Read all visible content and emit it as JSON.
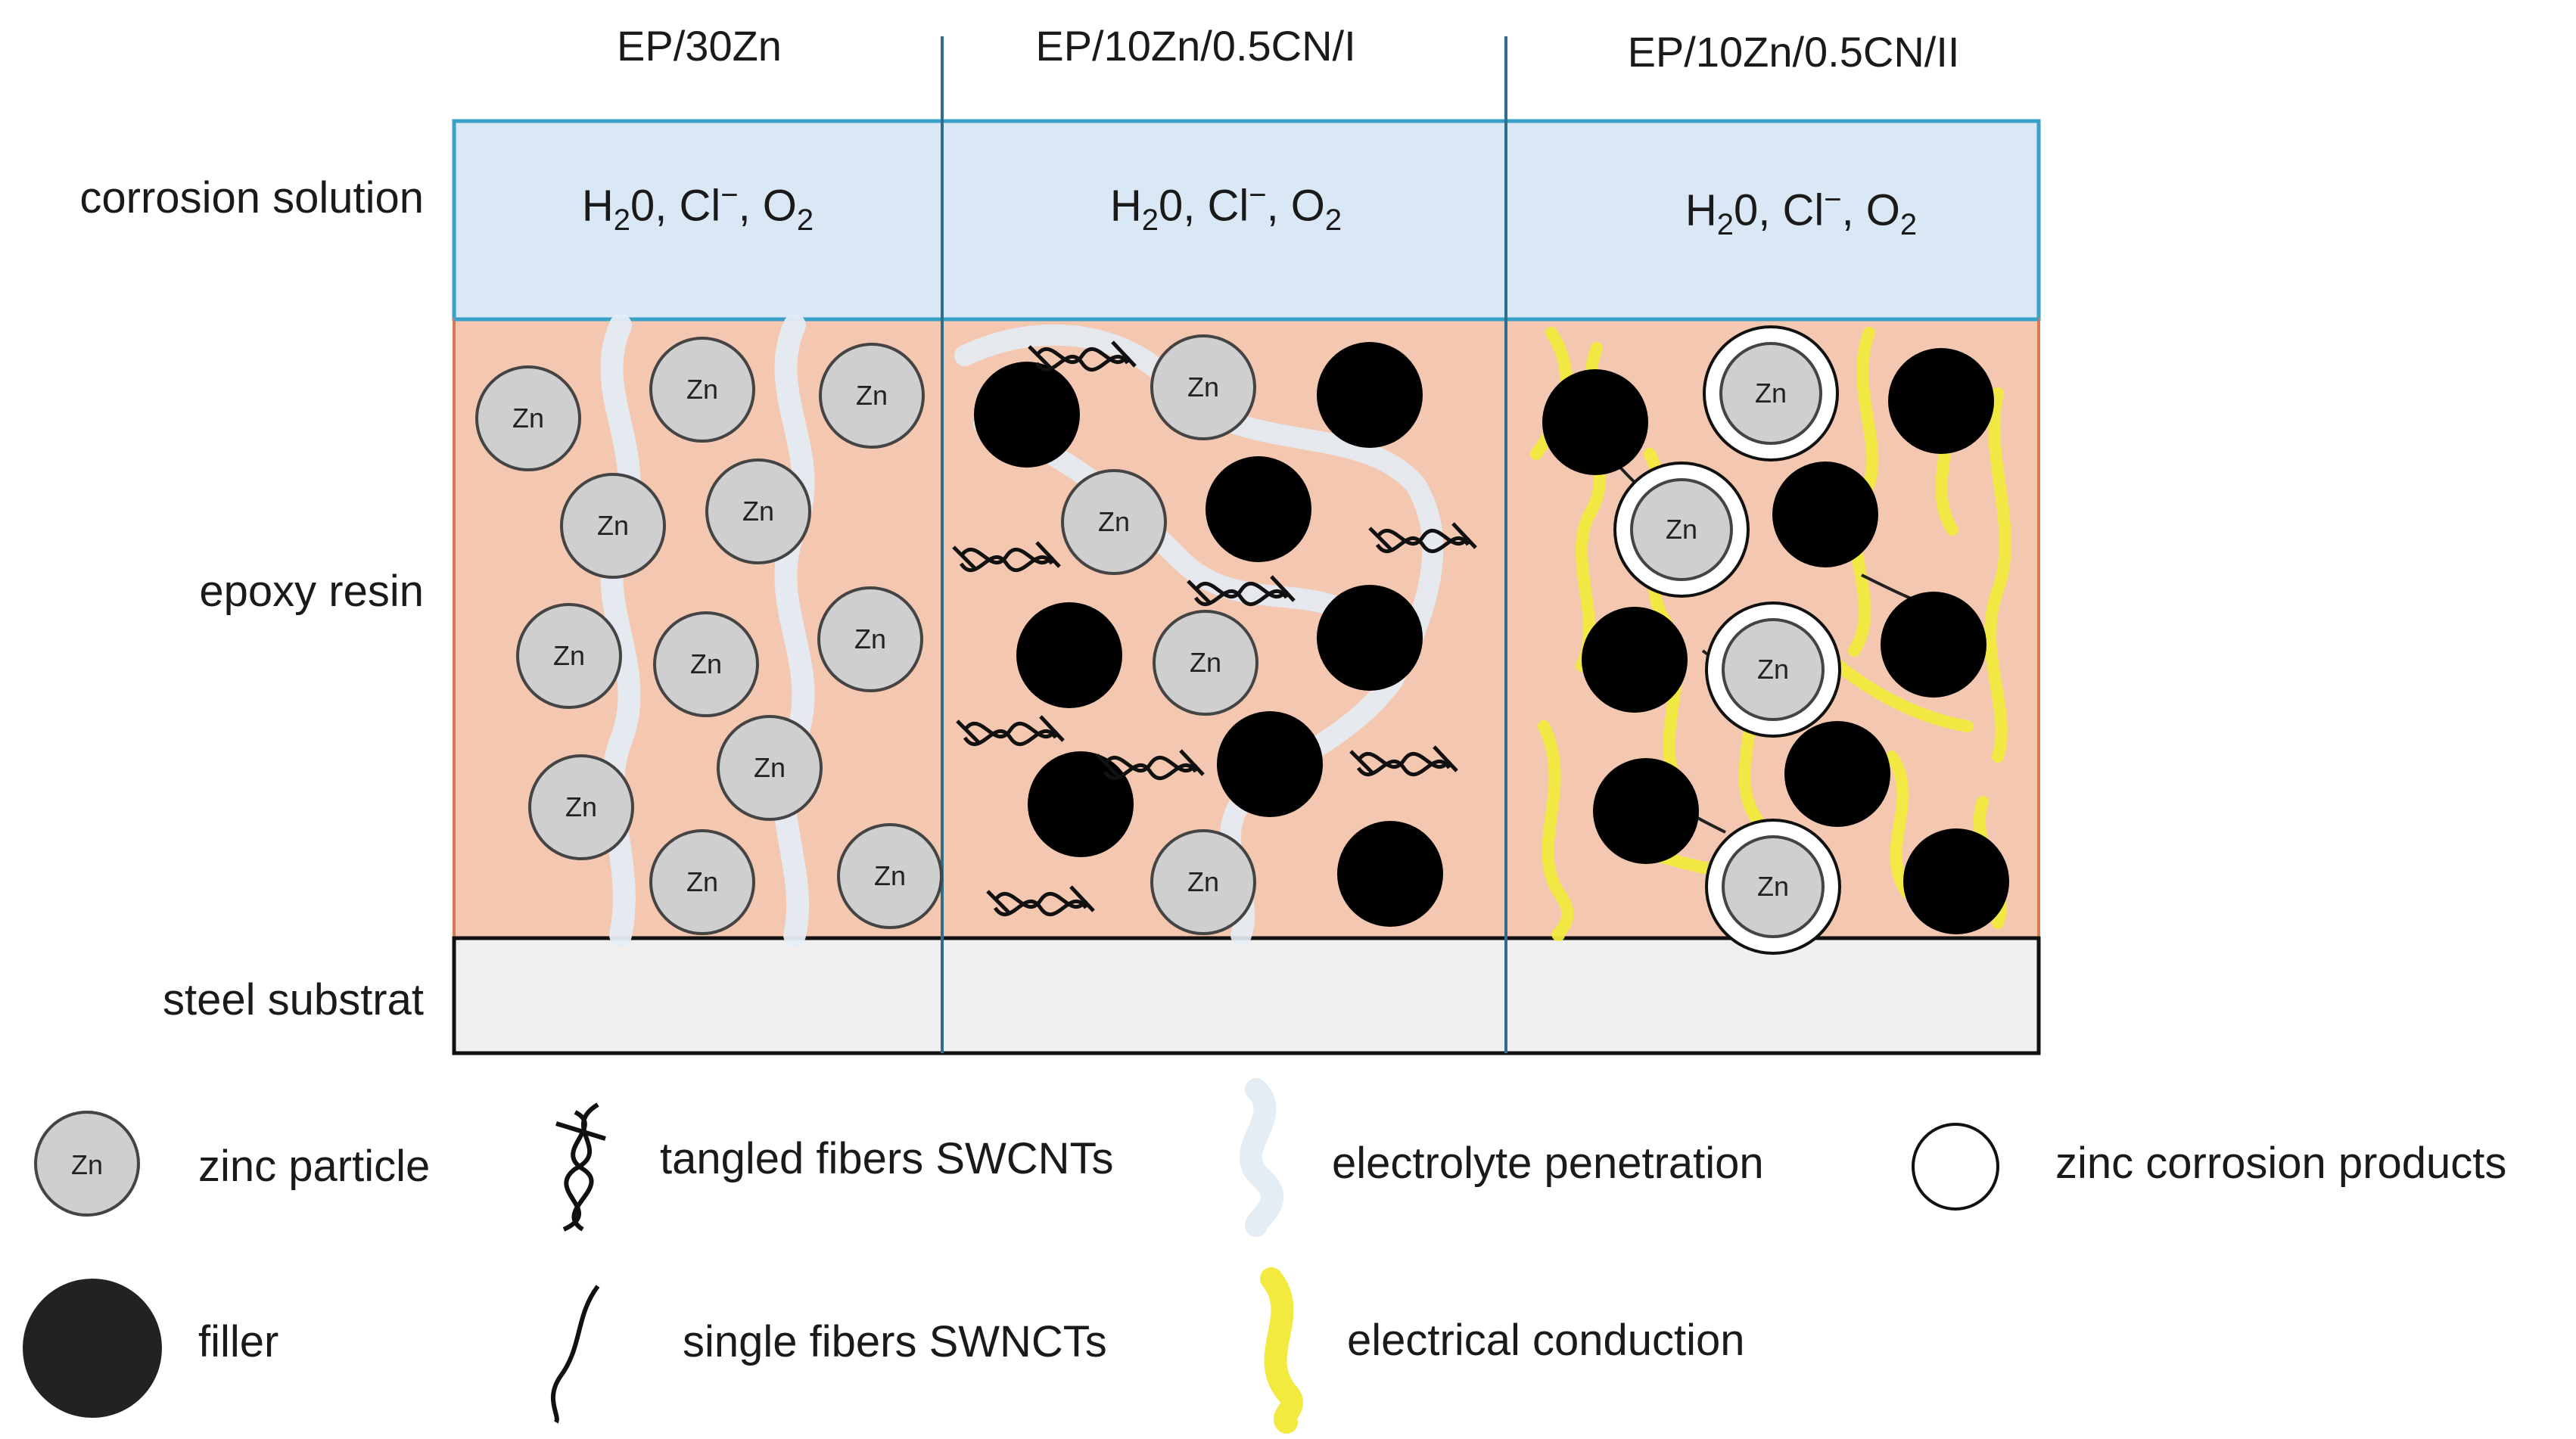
{
  "columns": [
    {
      "title": "EP/30Zn"
    },
    {
      "title": "EP/10Zn/0.5CN/I"
    },
    {
      "title": "EP/10Zn/0.5CN/II"
    }
  ],
  "rows": {
    "solution": "corrosion solution",
    "resin": "epoxy resin",
    "substrate": "steel substrat"
  },
  "solution_text": {
    "h2o": "H",
    "h2o_sub": "2",
    "h2o_rest": "0, Cl",
    "cl_sup": "−",
    "o2": ", O",
    "o2_sub": "2"
  },
  "zinc_label": "Zn",
  "legend": {
    "zinc": "zinc particle",
    "filler": "filler",
    "tangled": "tangled fibers SWCNTs",
    "single": "single fibers SWNCTs",
    "electrolyte": "electrolyte penetration",
    "conduction": "electrical conduction",
    "corrosion": "zinc corrosion products"
  },
  "colors": {
    "solution": "#dae8f5",
    "resin": "#f4c7b0",
    "substrate": "#efefef",
    "border_blue": "#3aa0c8",
    "zinc": "#cfcfcf",
    "filler": "#000000",
    "electrolyte": "#e8eef5",
    "conduction": "#f2ea3e"
  }
}
